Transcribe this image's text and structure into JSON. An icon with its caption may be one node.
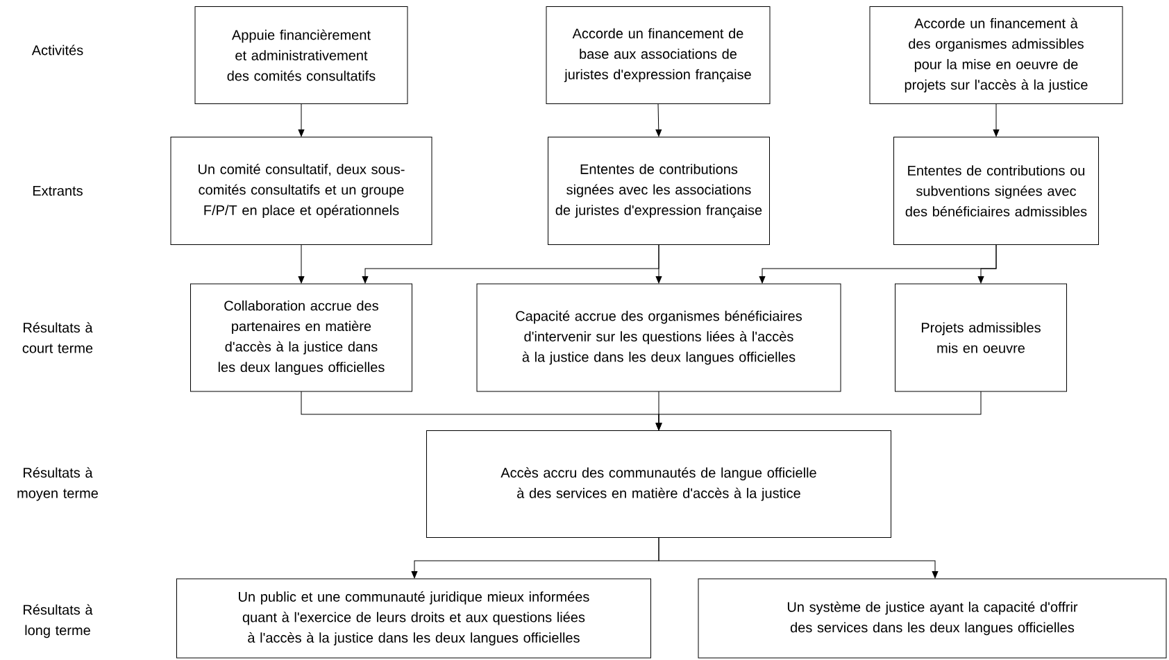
{
  "diagram": {
    "nodes": [
      {
        "text": [
          "Appuie financièrement et administrativement des comités consultatifs"
        ]
      },
      {
        "text": [
          "Accorde un financement de base aux associations de juristes d'expression française"
        ]
      },
      {
        "text": [
          "Accorde un financement à des organismes admissibles pour la mise en oeuvre de projets sur l'accès à la justice"
        ]
      },
      {
        "text": [
          "Un comité consultatif, deux sous-comités consultatifs et un groupe F/P/T en place et opérationnels"
        ]
      },
      {
        "text": [
          "Ententes de contributions signées avec les associations de juristes d'expression française"
        ]
      },
      {
        "text": [
          "Ententes de contributions ou subventions signées avec des bénéficiaires admissibles"
        ]
      },
      {
        "text": [
          "Collaboration accrue des partenaires en matière d'accès à la justice dans les deux langues officielles"
        ]
      },
      {
        "text": [
          "Capacité accrue des organismes bénéficiaires d'intervenir sur les questions liées à l'accès à la justice dans les deux langues officielles"
        ]
      },
      {
        "text": [
          "Projets admissibles mis en oeuvre"
        ]
      },
      {
        "text": [
          "Accès accru des communautés de langue officielle à des services en matière d'accès à la justice"
        ]
      },
      {
        "text": [
          "Un public et une communauté juridique mieux informées quant à l'exercice de leurs droits et aux questions liées à l'accès à la justice dans les deux langues officielles"
        ]
      },
      {
        "text": [
          "Un système de justice ayant la capacité d'offrir des services dans les deux langues officielles"
        ]
      }
    ],
    "edges": [
      {
        "from": 0,
        "to": 3,
        "arrow": "to"
      },
      {
        "from": 1,
        "to": 4,
        "arrow": "to"
      },
      {
        "from": 2,
        "to": 5,
        "arrow": "to"
      },
      {
        "from": 3,
        "to": 6,
        "arrow": "to"
      },
      {
        "from": 4,
        "to": 6,
        "arrow": "to"
      },
      {
        "from": 4,
        "to": 7,
        "arrow": "to"
      },
      {
        "from": 5,
        "to": 7,
        "arrow": "to"
      },
      {
        "from": 5,
        "to": 8,
        "arrow": "to"
      },
      {
        "from": 6,
        "to": 9,
        "arrow": "to"
      },
      {
        "from": 7,
        "to": 9,
        "arrow": "to"
      },
      {
        "from": 8,
        "to": 9,
        "arrow": "to"
      },
      {
        "from": 9,
        "to": 10,
        "arrow": "to"
      },
      {
        "from": 9,
        "to": 11,
        "arrow": "to"
      }
    ],
    "labels": [
      "Activités",
      "Extrants",
      "Résultats à court terme",
      "Résultats à moyen terme",
      "Résultats à long terme"
    ]
  }
}
